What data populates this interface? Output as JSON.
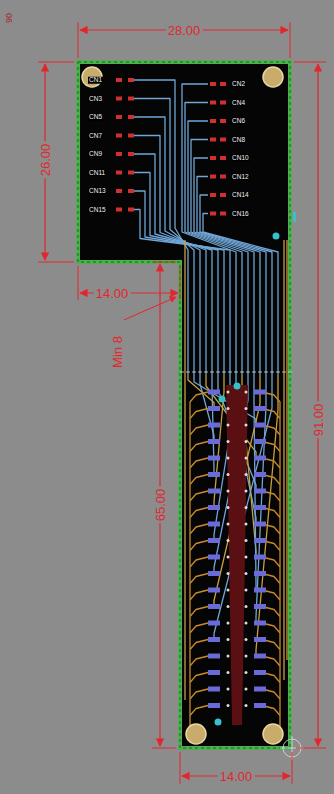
{
  "diagram": {
    "labels": [
      "90",
      "28.00",
      "26.00",
      "14.00",
      "Min 8",
      "65.00",
      "91.00",
      "14.00",
      "CN1",
      "CN3",
      "CN5",
      "CN7",
      "CN9",
      "CN11",
      "CN13",
      "CN15",
      "CN2",
      "CN4",
      "CN6",
      "CN8",
      "CN10",
      "CN12",
      "CN14",
      "CN16"
    ]
  }
}
